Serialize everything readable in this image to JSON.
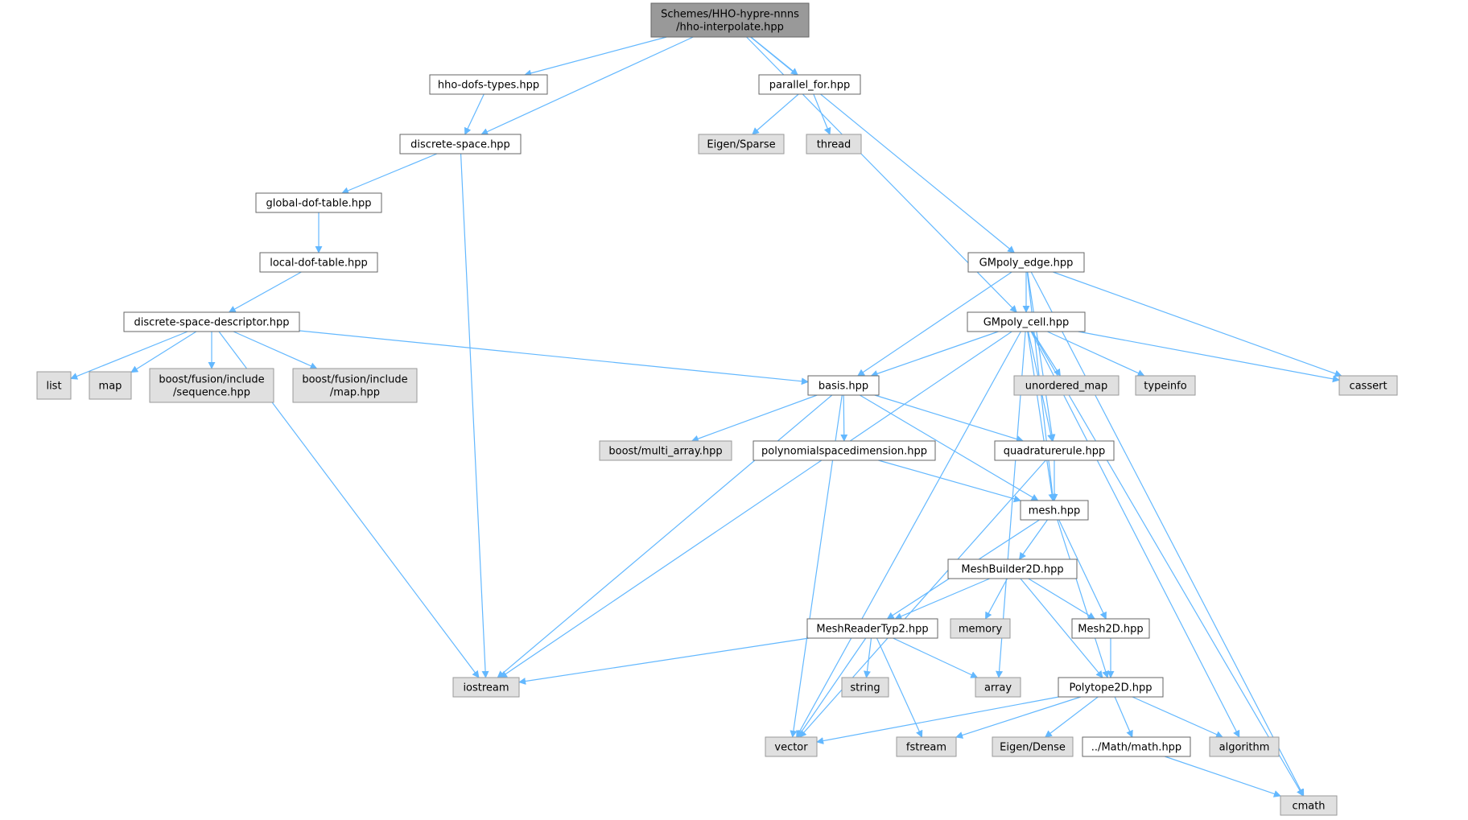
{
  "colors": {
    "edge": "#63b8ff",
    "root_fill": "#999999",
    "root_stroke": "#666666",
    "file_fill": "#ffffff",
    "file_stroke": "#666666",
    "sys_fill": "#e0e0e0",
    "sys_stroke": "#999999"
  },
  "nodes": [
    {
      "id": "root",
      "kind": "root",
      "lines": [
        "Schemes/HHO-hypre-nnns",
        "/hho-interpolate.hpp"
      ]
    },
    {
      "id": "dofs",
      "kind": "file",
      "lines": [
        "hho-dofs-types.hpp"
      ]
    },
    {
      "id": "parallel",
      "kind": "file",
      "lines": [
        "parallel_for.hpp"
      ]
    },
    {
      "id": "dspace",
      "kind": "file",
      "lines": [
        "discrete-space.hpp"
      ]
    },
    {
      "id": "eigensparse",
      "kind": "sys",
      "lines": [
        "Eigen/Sparse"
      ]
    },
    {
      "id": "thread",
      "kind": "sys",
      "lines": [
        "thread"
      ]
    },
    {
      "id": "gdof",
      "kind": "file",
      "lines": [
        "global-dof-table.hpp"
      ]
    },
    {
      "id": "ldof",
      "kind": "file",
      "lines": [
        "local-dof-table.hpp"
      ]
    },
    {
      "id": "gmedge",
      "kind": "file",
      "lines": [
        "GMpoly_edge.hpp"
      ]
    },
    {
      "id": "dsd",
      "kind": "file",
      "lines": [
        "discrete-space-descriptor.hpp"
      ]
    },
    {
      "id": "gmcell",
      "kind": "file",
      "lines": [
        "GMpoly_cell.hpp"
      ]
    },
    {
      "id": "list",
      "kind": "sys",
      "lines": [
        "list"
      ]
    },
    {
      "id": "map",
      "kind": "sys",
      "lines": [
        "map"
      ]
    },
    {
      "id": "bseq",
      "kind": "sys",
      "lines": [
        "boost/fusion/include",
        "/sequence.hpp"
      ]
    },
    {
      "id": "bmap",
      "kind": "sys",
      "lines": [
        "boost/fusion/include",
        "/map.hpp"
      ]
    },
    {
      "id": "basis",
      "kind": "file",
      "lines": [
        "basis.hpp"
      ]
    },
    {
      "id": "umap",
      "kind": "sys",
      "lines": [
        "unordered_map"
      ]
    },
    {
      "id": "typeinfo",
      "kind": "sys",
      "lines": [
        "typeinfo"
      ]
    },
    {
      "id": "cassert",
      "kind": "sys",
      "lines": [
        "cassert"
      ]
    },
    {
      "id": "bmulti",
      "kind": "sys",
      "lines": [
        "boost/multi_array.hpp"
      ]
    },
    {
      "id": "psd",
      "kind": "file",
      "lines": [
        "polynomialspacedimension.hpp"
      ]
    },
    {
      "id": "quad",
      "kind": "file",
      "lines": [
        "quadraturerule.hpp"
      ]
    },
    {
      "id": "mesh",
      "kind": "file",
      "lines": [
        "mesh.hpp"
      ]
    },
    {
      "id": "mb2d",
      "kind": "file",
      "lines": [
        "MeshBuilder2D.hpp"
      ]
    },
    {
      "id": "mrt2",
      "kind": "file",
      "lines": [
        "MeshReaderTyp2.hpp"
      ]
    },
    {
      "id": "memory",
      "kind": "sys",
      "lines": [
        "memory"
      ]
    },
    {
      "id": "mesh2d",
      "kind": "file",
      "lines": [
        "Mesh2D.hpp"
      ]
    },
    {
      "id": "iostream",
      "kind": "sys",
      "lines": [
        "iostream"
      ]
    },
    {
      "id": "string",
      "kind": "sys",
      "lines": [
        "string"
      ]
    },
    {
      "id": "array",
      "kind": "sys",
      "lines": [
        "array"
      ]
    },
    {
      "id": "poly2d",
      "kind": "file",
      "lines": [
        "Polytope2D.hpp"
      ]
    },
    {
      "id": "vector",
      "kind": "sys",
      "lines": [
        "vector"
      ]
    },
    {
      "id": "fstream",
      "kind": "sys",
      "lines": [
        "fstream"
      ]
    },
    {
      "id": "eigendense",
      "kind": "sys",
      "lines": [
        "Eigen/Dense"
      ]
    },
    {
      "id": "math",
      "kind": "file",
      "lines": [
        "../Math/math.hpp"
      ]
    },
    {
      "id": "algorithm",
      "kind": "sys",
      "lines": [
        "algorithm"
      ]
    },
    {
      "id": "cmath",
      "kind": "sys",
      "lines": [
        "cmath"
      ]
    }
  ],
  "edges": [
    [
      "root",
      "dofs"
    ],
    [
      "root",
      "dspace"
    ],
    [
      "root",
      "parallel"
    ],
    [
      "root",
      "gmcell"
    ],
    [
      "root",
      "gmedge"
    ],
    [
      "dofs",
      "dspace"
    ],
    [
      "parallel",
      "eigensparse"
    ],
    [
      "parallel",
      "thread"
    ],
    [
      "dspace",
      "gdof"
    ],
    [
      "dspace",
      "iostream"
    ],
    [
      "gdof",
      "ldof"
    ],
    [
      "ldof",
      "dsd"
    ],
    [
      "dsd",
      "list"
    ],
    [
      "dsd",
      "map"
    ],
    [
      "dsd",
      "bseq"
    ],
    [
      "dsd",
      "bmap"
    ],
    [
      "dsd",
      "basis"
    ],
    [
      "dsd",
      "iostream"
    ],
    [
      "gmedge",
      "gmcell"
    ],
    [
      "gmedge",
      "basis"
    ],
    [
      "gmedge",
      "quad"
    ],
    [
      "gmedge",
      "cassert"
    ],
    [
      "gmedge",
      "mesh"
    ],
    [
      "gmedge",
      "cmath"
    ],
    [
      "gmcell",
      "basis"
    ],
    [
      "gmcell",
      "quad"
    ],
    [
      "gmcell",
      "umap"
    ],
    [
      "gmcell",
      "typeinfo"
    ],
    [
      "gmcell",
      "cassert"
    ],
    [
      "gmcell",
      "mesh"
    ],
    [
      "gmcell",
      "iostream"
    ],
    [
      "gmcell",
      "vector"
    ],
    [
      "gmcell",
      "array"
    ],
    [
      "gmcell",
      "algorithm"
    ],
    [
      "gmcell",
      "cmath"
    ],
    [
      "basis",
      "bmulti"
    ],
    [
      "basis",
      "psd"
    ],
    [
      "basis",
      "quad"
    ],
    [
      "basis",
      "mesh"
    ],
    [
      "basis",
      "iostream"
    ],
    [
      "basis",
      "vector"
    ],
    [
      "psd",
      "mesh"
    ],
    [
      "quad",
      "mesh"
    ],
    [
      "quad",
      "vector"
    ],
    [
      "mesh",
      "mb2d"
    ],
    [
      "mesh",
      "mrt2"
    ],
    [
      "mesh",
      "mesh2d"
    ],
    [
      "mesh",
      "poly2d"
    ],
    [
      "mb2d",
      "mrt2"
    ],
    [
      "mb2d",
      "memory"
    ],
    [
      "mb2d",
      "mesh2d"
    ],
    [
      "mb2d",
      "poly2d"
    ],
    [
      "mrt2",
      "iostream"
    ],
    [
      "mrt2",
      "string"
    ],
    [
      "mrt2",
      "array"
    ],
    [
      "mrt2",
      "vector"
    ],
    [
      "mrt2",
      "fstream"
    ],
    [
      "mesh2d",
      "poly2d"
    ],
    [
      "poly2d",
      "vector"
    ],
    [
      "poly2d",
      "fstream"
    ],
    [
      "poly2d",
      "eigendense"
    ],
    [
      "poly2d",
      "math"
    ],
    [
      "poly2d",
      "algorithm"
    ],
    [
      "math",
      "cmath"
    ]
  ]
}
